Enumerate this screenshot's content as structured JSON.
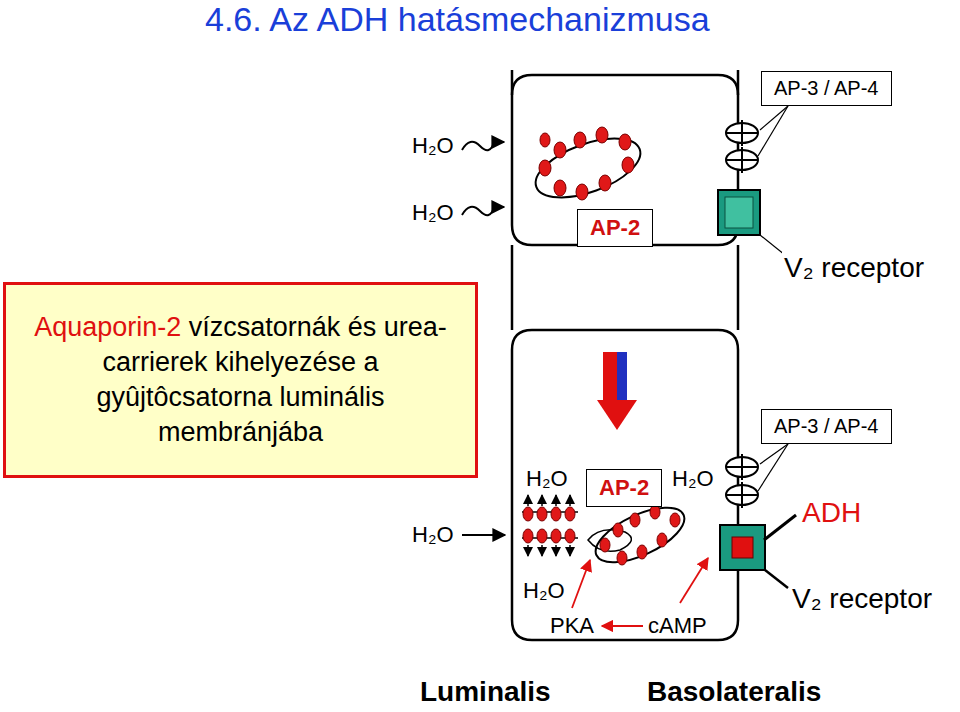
{
  "diagram": {
    "title": "4.6. Az ADH hatásmechanizmusa",
    "nodes": [
      {
        "text": [
          "AP-3 / AP-4"
        ]
      },
      {
        "text": [
          "AP-2"
        ]
      },
      {
        "text": [
          "Aquaporin-2",
          "vízcsatornák és urea-carrierek kihelyezése a gyûjtôcsatorna luminális membránjába"
        ]
      },
      {
        "text": [
          "AP-3 / AP-4"
        ]
      },
      {
        "text": [
          "AP-2"
        ]
      }
    ],
    "labels": [
      "H₂O",
      "H₂O",
      "V₂ receptor",
      "H₂O",
      "H₂O",
      "ADH",
      "H₂O",
      "H₂O",
      "V₂ receptor",
      "PKA",
      "cAMP",
      "Luminalis",
      "Basolateralis"
    ]
  }
}
